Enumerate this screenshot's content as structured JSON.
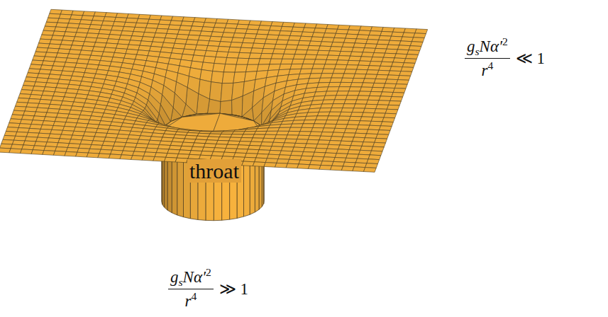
{
  "diagram": {
    "labels": [
      "throat",
      "g",
      "s",
      "Nα′",
      "2",
      "r",
      "4",
      "≪ 1",
      "g",
      "s",
      "Nα′",
      "2",
      "r",
      "4",
      "≫ 1"
    ]
  }
}
